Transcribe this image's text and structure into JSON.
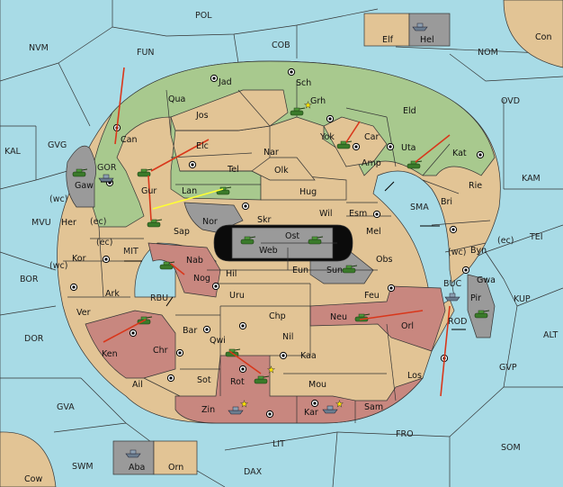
{
  "colors": {
    "sea": "#a8dbe6",
    "land": "#e2c495",
    "green": "#a8c98e",
    "red": "#c8877f",
    "gray": "#9a9a9a",
    "black": "#0b0b0b",
    "arrow": "#d9371b",
    "support": "#ffff33"
  },
  "labels": {
    "sea": [
      "POL",
      "NVM",
      "FUN",
      "COB",
      "NOM",
      "OVD",
      "KAL",
      "GVG",
      "KAM",
      "SMA",
      "TEI",
      "MVU",
      "BOR",
      "MIT",
      "RBU",
      "KUP",
      "ALT",
      "DOR",
      "GVP",
      "GVA",
      "FRO",
      "SOM",
      "LIT",
      "SWM",
      "DAX",
      "BUC",
      "ROD",
      "GOR",
      "(wc)",
      "(ec)"
    ],
    "land": [
      "Con",
      "Elf",
      "Hel",
      "Jad",
      "Sch",
      "Qua",
      "Grh",
      "Jos",
      "Eld",
      "Can",
      "Yok",
      "Car",
      "Elc",
      "Nar",
      "Uta",
      "Kat",
      "Amp",
      "Tel",
      "Olk",
      "Gaw",
      "Gur",
      "Lan",
      "Hug",
      "Rie",
      "Bri",
      "Esm",
      "Wil",
      "Nor",
      "Skr",
      "Ost",
      "Her",
      "Sap",
      "Web",
      "Mel",
      "Byn",
      "Kor",
      "Eun",
      "Sun",
      "Nab",
      "Obs",
      "Pir",
      "Gwa",
      "Hil",
      "Nog",
      "Ark",
      "Uru",
      "Feu",
      "Ver",
      "Chp",
      "Neu",
      "Bar",
      "Orl",
      "Qwi",
      "Nil",
      "Ken",
      "Chr",
      "Kaa",
      "Rot",
      "Ail",
      "Sot",
      "Los",
      "Mou",
      "Zin",
      "Kar",
      "Sam",
      "Aba",
      "Orn",
      "Cow"
    ]
  },
  "units": {
    "armies": [
      "Grh",
      "Yok",
      "Uta",
      "Gur",
      "Gaw",
      "Lan",
      "Nor",
      "Ost",
      "Web",
      "Sun",
      "Nab",
      "Chr",
      "Rot",
      "Qwi",
      "Neu",
      "Pir"
    ],
    "fleets": [
      "Hel",
      "Zin",
      "Kar",
      "Aba",
      "GOR",
      "ROD"
    ]
  }
}
